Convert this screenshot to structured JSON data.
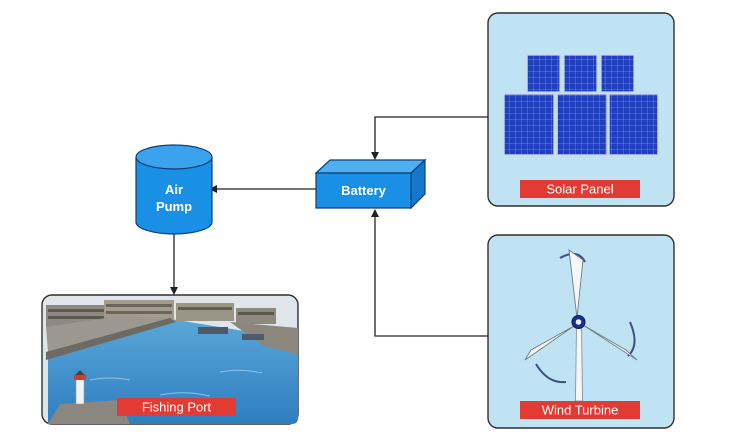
{
  "nodes": {
    "air_pump": {
      "line1": "Air",
      "line2": "Pump"
    },
    "battery": {
      "label": "Battery"
    }
  },
  "panels": {
    "solar": {
      "label": "Solar Panel"
    },
    "wind": {
      "label": "Wind Turbine"
    },
    "port": {
      "label": "Fishing Port"
    }
  },
  "icons": {
    "solar": "solar-panel-icon",
    "wind": "wind-turbine-icon",
    "port": "fishing-port-illustration"
  },
  "colors": {
    "node_fill": "#1a8fe6",
    "panel_bg": "#bfe3f2",
    "label_red": "#e23b33"
  }
}
